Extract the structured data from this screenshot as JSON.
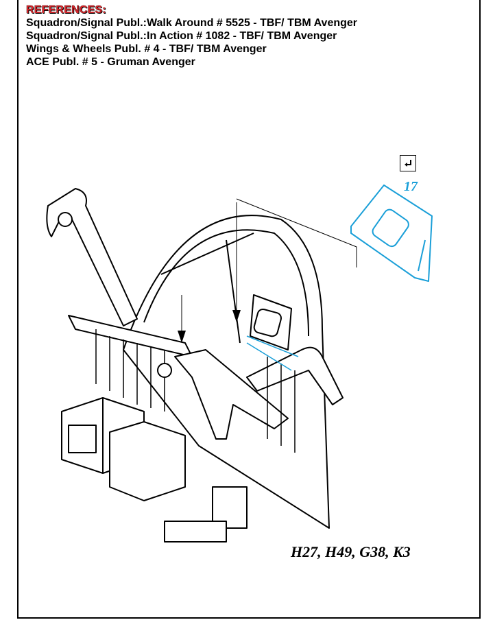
{
  "references": {
    "title": "REFERENCES:",
    "lines": [
      "Squadron/Signal Publ.:Walk Around # 5525 -  TBF/ TBM Avenger",
      "Squadron/Signal Publ.:In Action # 1082 -  TBF/ TBM Avenger",
      "Wings & Wheels Publ. # 4 -  TBF/ TBM Avenger",
      "ACE Publ. # 5 - Gruman Avenger"
    ]
  },
  "step": {
    "checkbox_icon": "return-arrow-icon",
    "part_number": "17",
    "part_codes": "H27, H49, G38, K3"
  },
  "colors": {
    "title_red": "#d9262b",
    "part_blue": "#1a9fd8",
    "line_black": "#000000"
  }
}
